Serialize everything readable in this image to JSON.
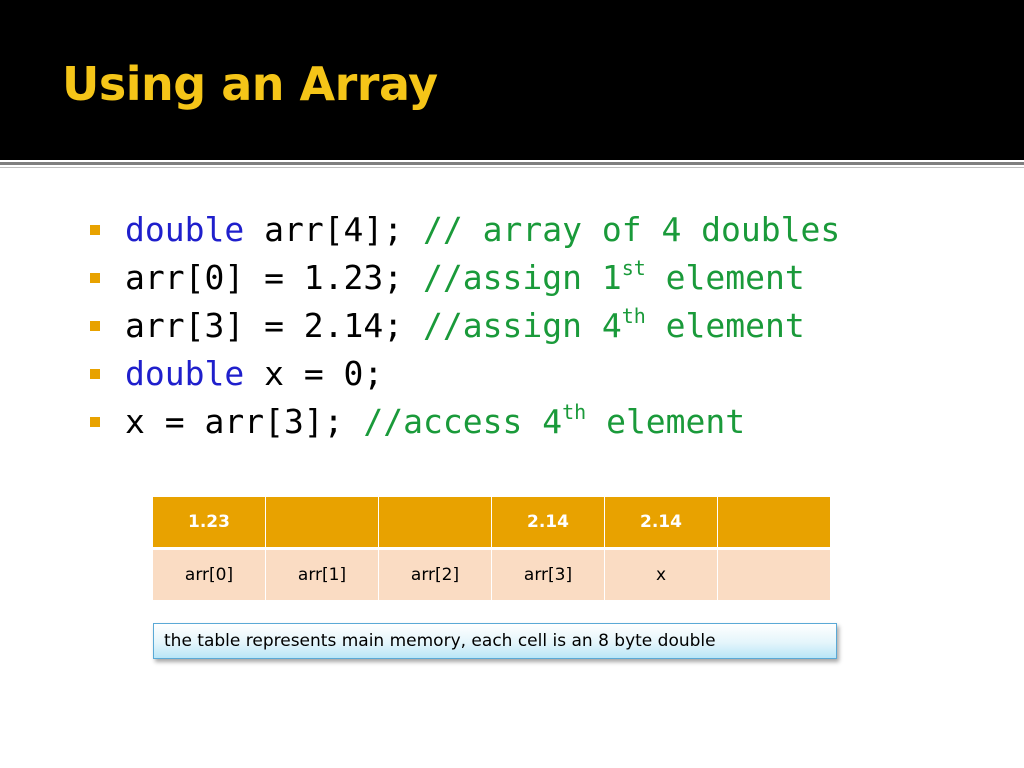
{
  "slide": {
    "title": "Using an Array"
  },
  "bullets": [
    [
      {
        "text": "double",
        "style": "kw"
      },
      {
        "text": " arr[4]; ",
        "style": "tx"
      },
      {
        "text": "// array of 4 doubles",
        "style": "cm"
      }
    ],
    [
      {
        "text": "arr[0] = 1.23; ",
        "style": "tx"
      },
      {
        "text": "//assign 1",
        "style": "cm"
      },
      {
        "text": "st",
        "style": "cm",
        "sup": true
      },
      {
        "text": " element",
        "style": "cm"
      }
    ],
    [
      {
        "text": "arr[3] = 2.14; ",
        "style": "tx"
      },
      {
        "text": "//assign 4",
        "style": "cm"
      },
      {
        "text": "th",
        "style": "cm",
        "sup": true
      },
      {
        "text": " element",
        "style": "cm"
      }
    ],
    [
      {
        "text": "double",
        "style": "kw"
      },
      {
        "text": " x = 0;",
        "style": "tx"
      }
    ],
    [
      {
        "text": "x = arr[3]; ",
        "style": "tx"
      },
      {
        "text": "//access 4",
        "style": "cm"
      },
      {
        "text": "th",
        "style": "cm",
        "sup": true
      },
      {
        "text": " element",
        "style": "cm"
      }
    ]
  ],
  "table": {
    "values": [
      "1.23",
      "",
      "",
      "2.14",
      "2.14",
      ""
    ],
    "labels": [
      "arr[0]",
      "arr[1]",
      "arr[2]",
      "arr[3]",
      "x",
      ""
    ]
  },
  "note": {
    "text": "the table represents main memory, each cell is an 8 byte double"
  },
  "colors": {
    "title": "#f5c518",
    "title_bar": "#000000",
    "keyword": "#1f1fcc",
    "comment": "#1a9a3a",
    "bullet_marker": "#e8a200",
    "table_header": "#e8a200",
    "table_row": "#fadcc3"
  }
}
